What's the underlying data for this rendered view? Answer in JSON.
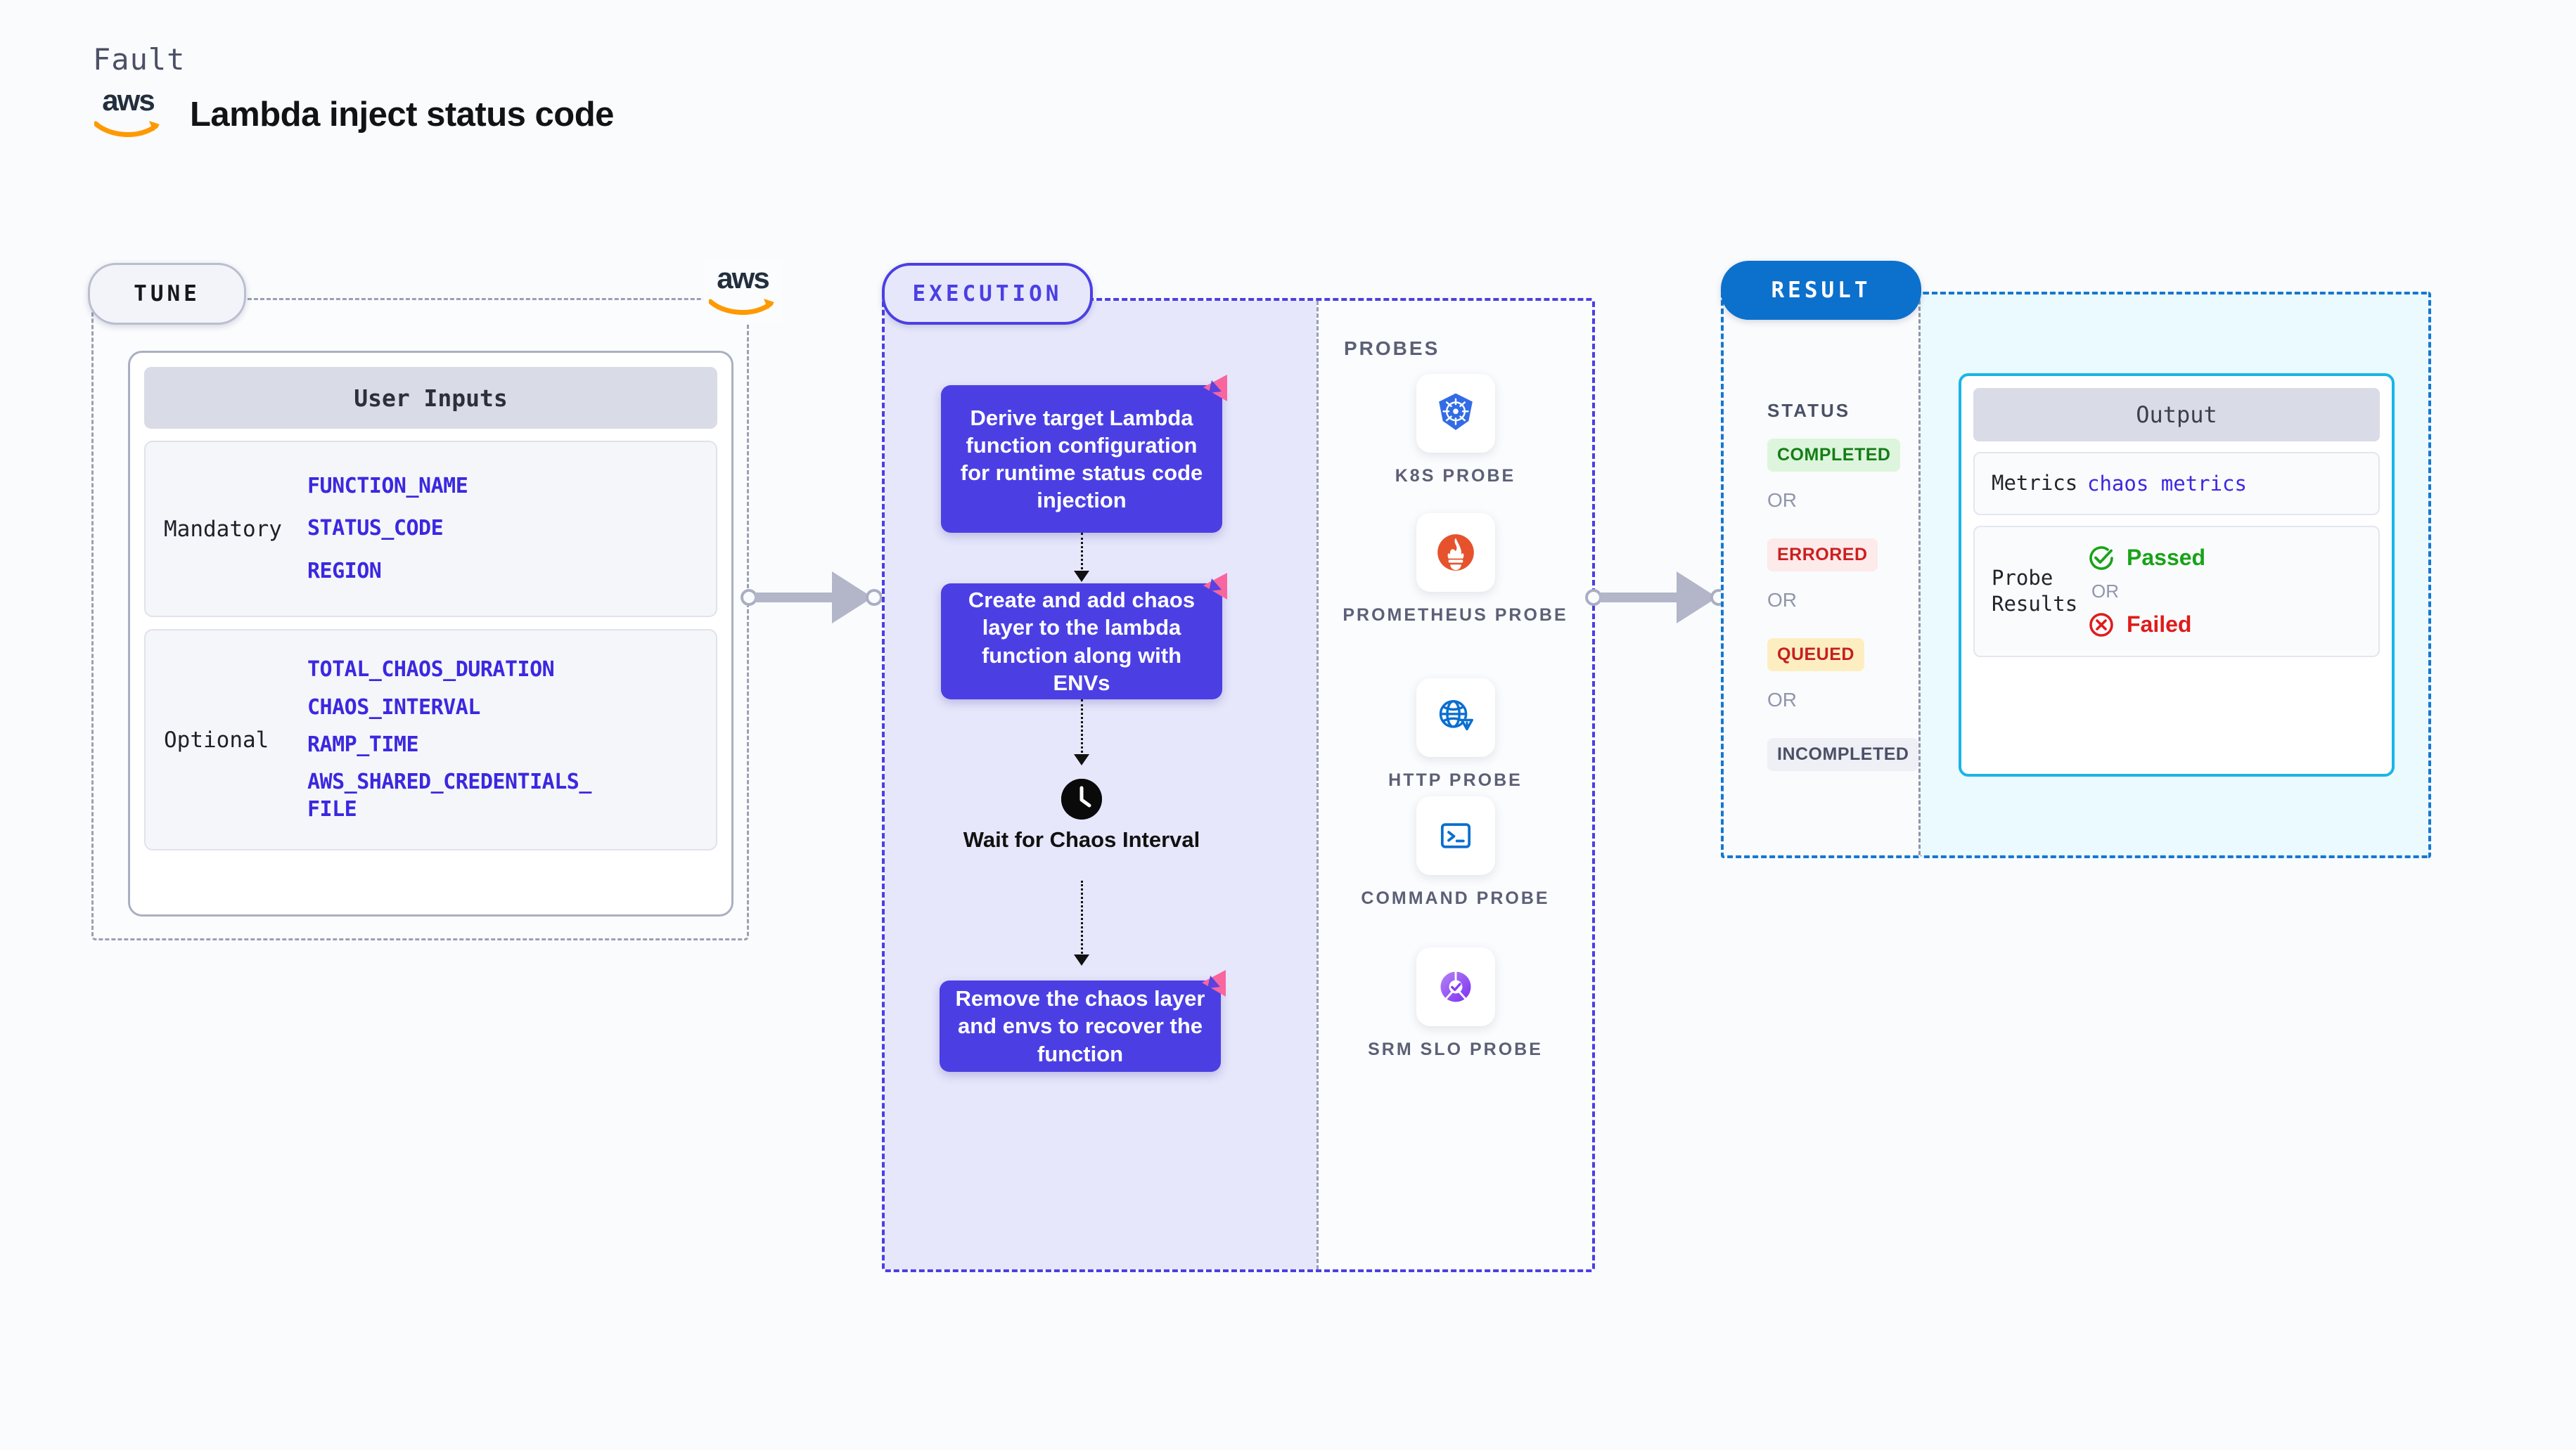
{
  "header": {
    "category": "Fault",
    "title": "Lambda inject status code",
    "logo": "aws-logo"
  },
  "tune": {
    "pill": "TUNE",
    "card_title": "User Inputs",
    "groups": [
      {
        "label": "Mandatory",
        "params": [
          "FUNCTION_NAME",
          "STATUS_CODE",
          "REGION"
        ]
      },
      {
        "label": "Optional",
        "params": [
          "TOTAL_CHAOS_DURATION",
          "CHAOS_INTERVAL",
          "RAMP_TIME",
          "AWS_SHARED_CREDENTIALS_\nFILE"
        ]
      }
    ]
  },
  "execution": {
    "pill": "EXECUTION",
    "steps": [
      "Derive target Lambda function configuration for runtime status code injection",
      "Create and add chaos layer to the lambda function along with ENVs"
    ],
    "wait_label": "Wait for Chaos Interval",
    "final_step": "Remove the chaos layer and envs to recover the function"
  },
  "probes": {
    "title": "PROBES",
    "items": [
      {
        "label": "K8S PROBE",
        "icon": "kubernetes-icon"
      },
      {
        "label": "PROMETHEUS PROBE",
        "icon": "prometheus-icon"
      },
      {
        "label": "HTTP PROBE",
        "icon": "http-globe-icon"
      },
      {
        "label": "COMMAND PROBE",
        "icon": "terminal-icon"
      },
      {
        "label": "SRM SLO PROBE",
        "icon": "srm-slo-icon"
      }
    ]
  },
  "result": {
    "pill": "RESULT",
    "status_title": "STATUS",
    "or_text": "OR",
    "statuses": [
      {
        "label": "COMPLETED",
        "color": "#147d17",
        "bg": "#ddf5dc"
      },
      {
        "label": "ERRORED",
        "color": "#cc1f1f",
        "bg": "#fdeaea"
      },
      {
        "label": "QUEUED",
        "color": "#c51f1f",
        "bg": "#fdeec2"
      },
      {
        "label": "INCOMPLETED",
        "color": "#4b5066",
        "bg": "#eef0f5"
      }
    ],
    "output": {
      "title": "Output",
      "metrics_label": "Metrics",
      "metrics_value": "chaos metrics",
      "probe_results_label": "Probe Results",
      "passed_label": "Passed",
      "failed_label": "Failed",
      "or_text": "OR"
    }
  },
  "colors": {
    "accent_purple": "#4b3fe4",
    "accent_blue": "#0c70cd",
    "accent_cyan": "#19b5e8",
    "aws_orange": "#ff9900",
    "flag_pink": "#f9659e"
  }
}
